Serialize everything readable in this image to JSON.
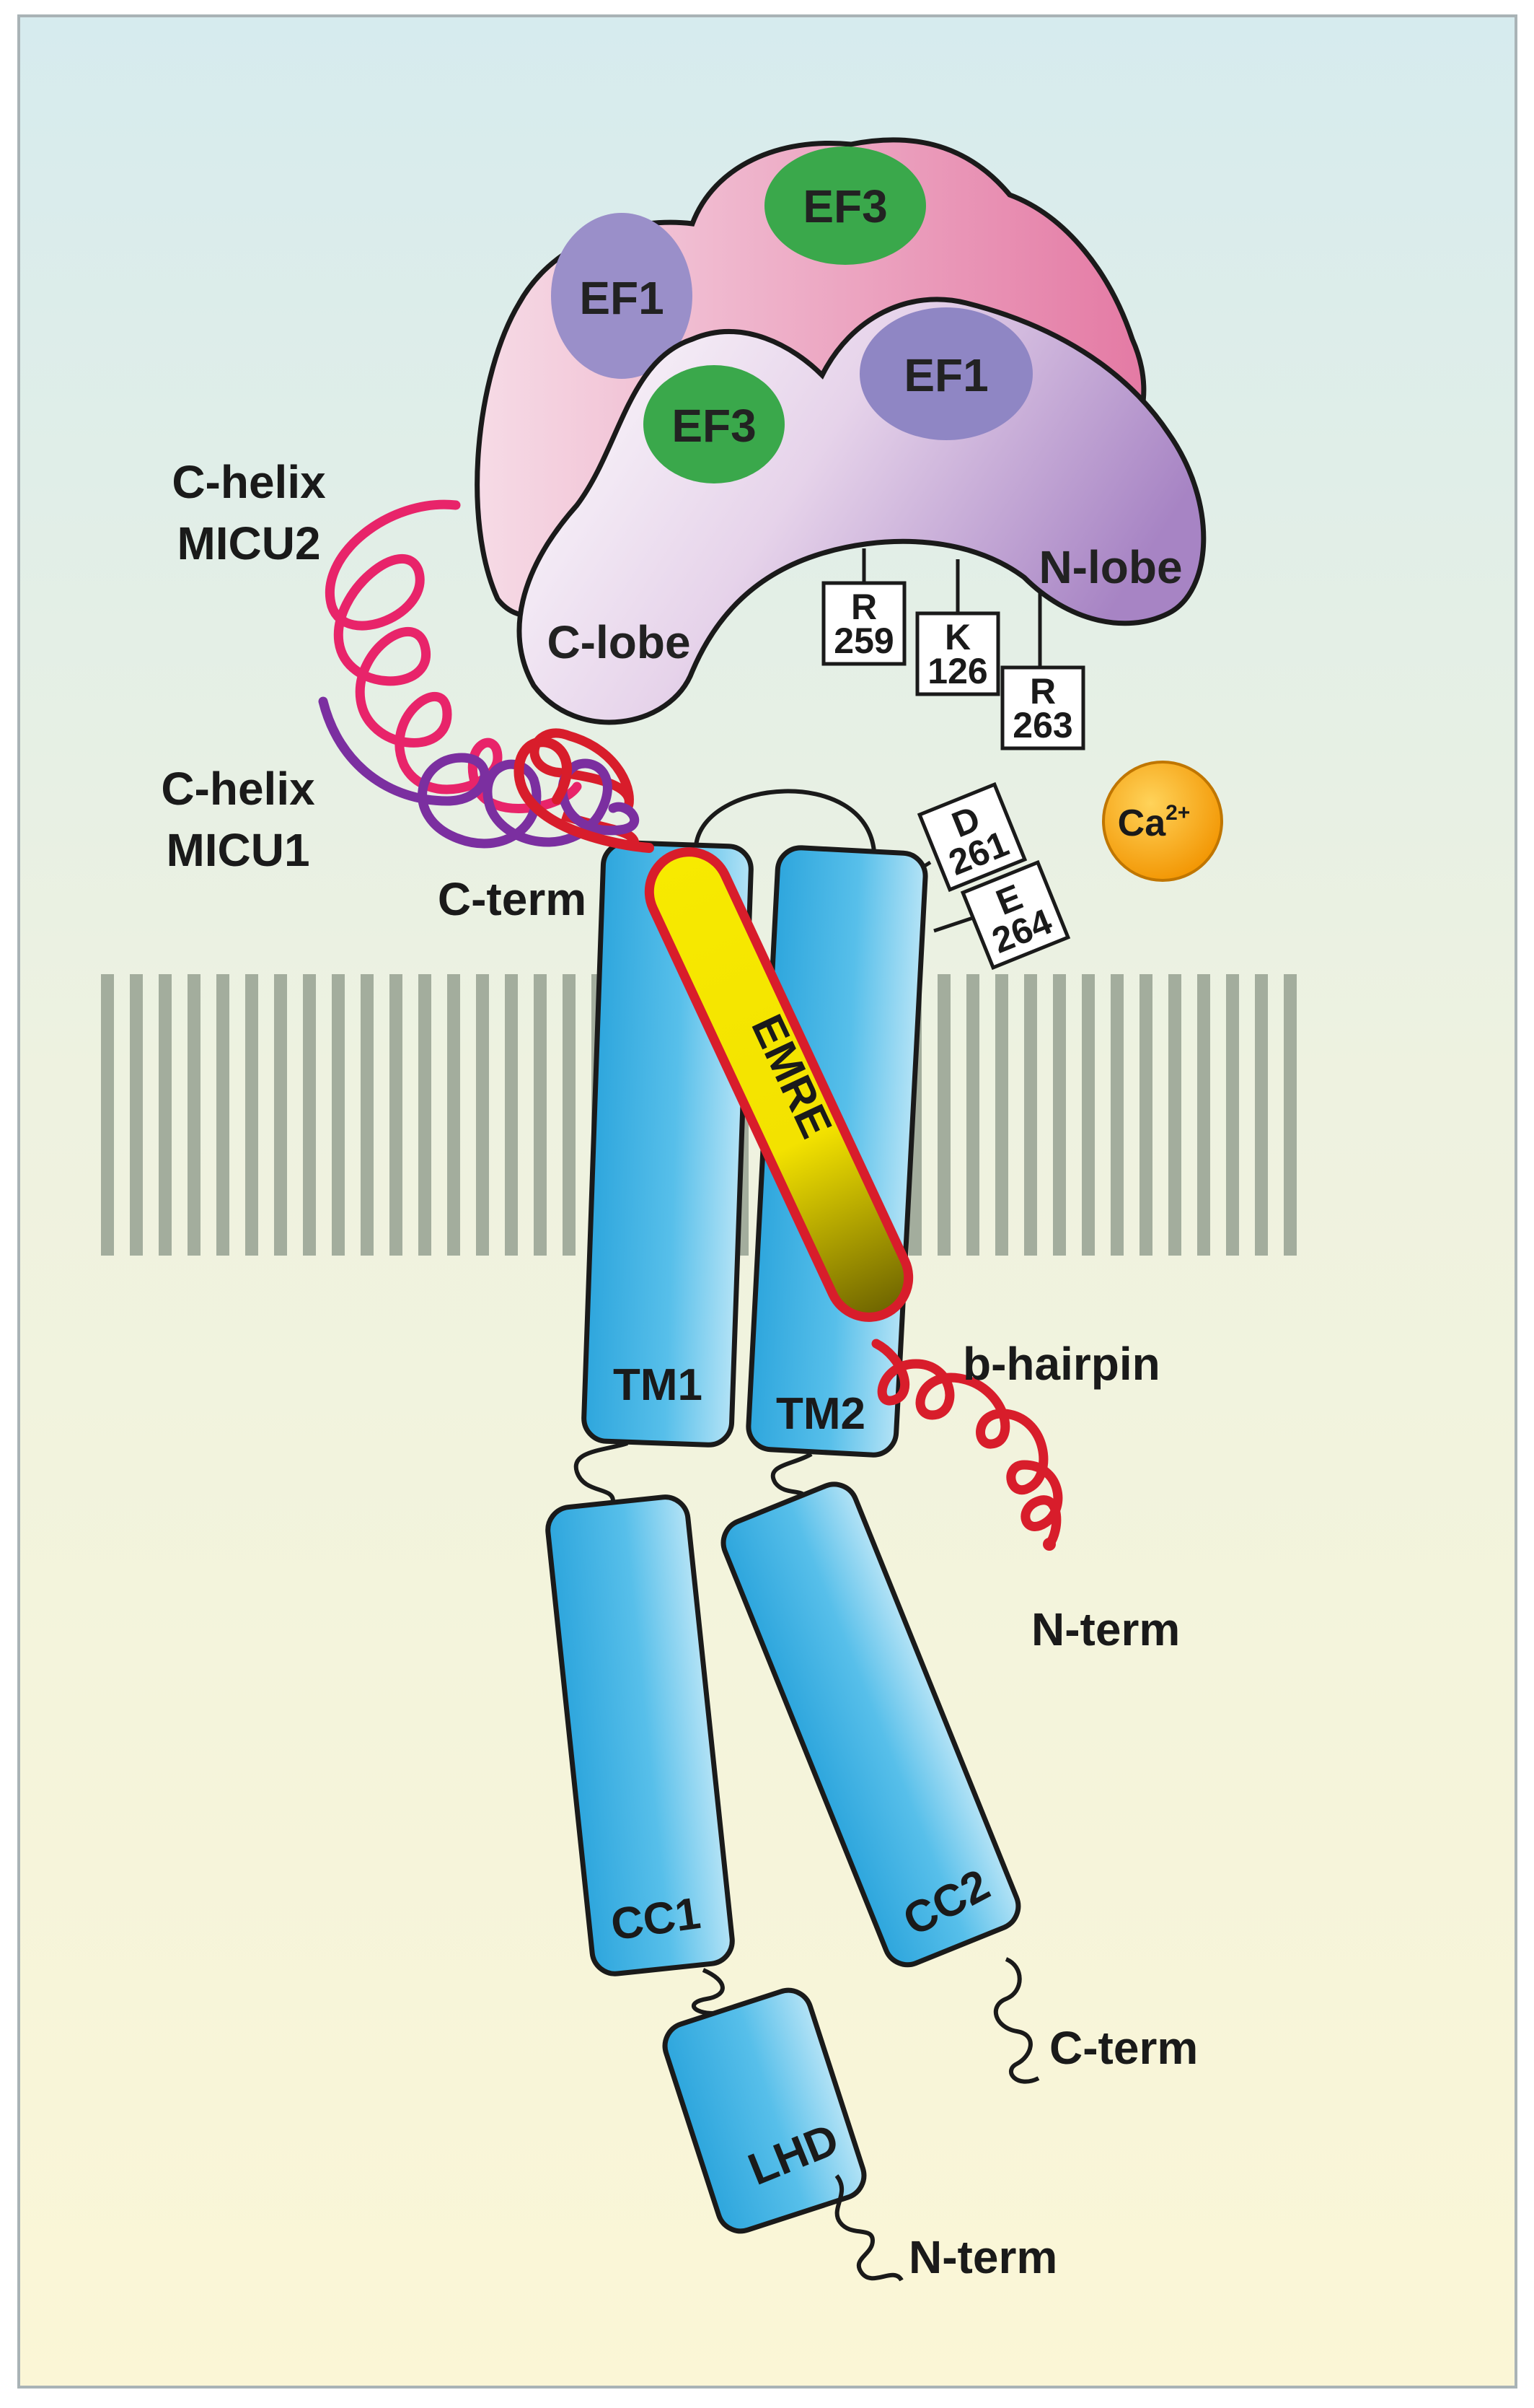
{
  "colors": {
    "background_top": "#d8ecef",
    "background_bottom": "#fbf7d9",
    "micu2_body": "#e88fb2",
    "micu1_body": "#c9a8d8",
    "ef3_green": "#3aa84b",
    "ef1_violet": "#8f86c4",
    "mcu_blue": "#44b2e4",
    "emre_yellow": "#f5e600",
    "emre_red": "#d81d2b",
    "micu2_helix": "#e8246a",
    "micu1_helix": "#7b2fa0",
    "membrane_gray": "#a3ad9d",
    "calcium_orange": "#f6a800"
  },
  "micu2": {
    "ef1_label": "EF1",
    "ef3_label": "EF3",
    "c_helix_label_line1": "C-helix",
    "c_helix_label_line2": "MICU2"
  },
  "micu1": {
    "ef1_label": "EF1",
    "ef3_label": "EF3",
    "n_lobe_label": "N-lobe",
    "c_lobe_label": "C-lobe",
    "c_helix_label_line1": "C-helix",
    "c_helix_label_line2": "MICU1"
  },
  "residues": [
    {
      "aa": "R",
      "num": "259"
    },
    {
      "aa": "K",
      "num": "126"
    },
    {
      "aa": "R",
      "num": "263"
    },
    {
      "aa": "D",
      "num": "261"
    },
    {
      "aa": "E",
      "num": "264"
    }
  ],
  "calcium": {
    "symbol": "Ca",
    "charge": "2+"
  },
  "emre": {
    "label": "EMRE",
    "c_term_label": "C-term",
    "hairpin_label": "b-hairpin",
    "n_term_label": "N-term"
  },
  "mcu": {
    "tm1_label": "TM1",
    "tm2_label": "TM2",
    "cc1_label": "CC1",
    "cc2_label": "CC2",
    "lhd_label": "LHD",
    "c_term_label": "C-term",
    "n_term_label": "N-term"
  }
}
